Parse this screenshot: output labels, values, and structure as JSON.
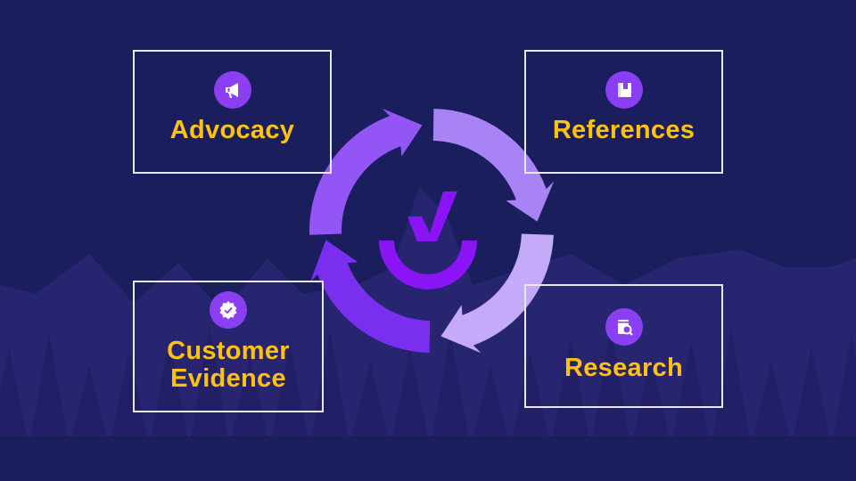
{
  "diagram": {
    "center_icon": "checkmark-cup-icon",
    "cycle_arrows": [
      {
        "name": "arrow-top-left",
        "color": "#9455f6"
      },
      {
        "name": "arrow-top-right",
        "color": "#a883f6"
      },
      {
        "name": "arrow-bottom-right",
        "color": "#c5aaf9"
      },
      {
        "name": "arrow-bottom-left",
        "color": "#7a2ff0"
      }
    ],
    "boxes": [
      {
        "label": "Advocacy",
        "icon": "megaphone-icon"
      },
      {
        "label": "References",
        "icon": "book-icon"
      },
      {
        "label_line1": "Customer",
        "label_line2": "Evidence",
        "icon": "verified-badge-icon"
      },
      {
        "label": "Research",
        "icon": "document-search-icon"
      }
    ]
  },
  "colors": {
    "background": "#1b1e5c",
    "mountains": "#272470",
    "label": "#ffc20e",
    "icon_bg": "#8b3ff2",
    "center_icon": "#8a14f6"
  }
}
